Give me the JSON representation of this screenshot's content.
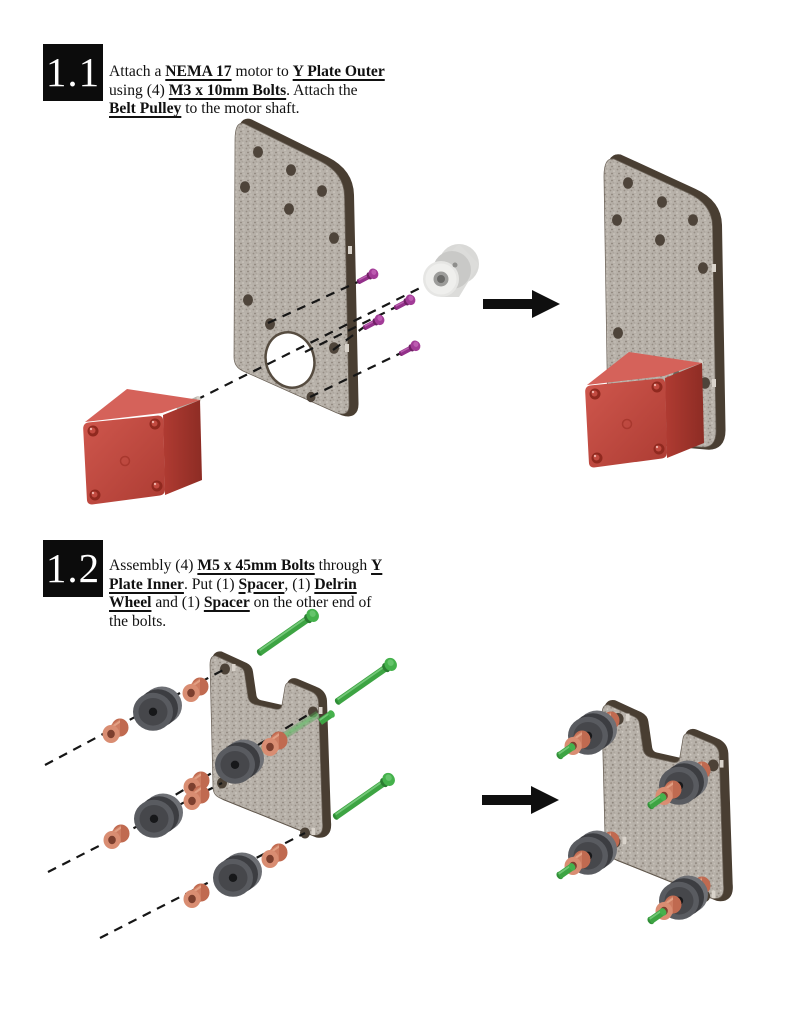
{
  "document": {
    "type": "assembly-instructions",
    "background": "#ffffff"
  },
  "steps": [
    {
      "number": "1.1",
      "segments": [
        {
          "t": "Attach a ",
          "em": false
        },
        {
          "t": "NEMA 17",
          "em": true
        },
        {
          "t": " motor to ",
          "em": false
        },
        {
          "t": "Y Plate Outer",
          "em": true
        },
        {
          "t": " using (4) ",
          "em": false
        },
        {
          "t": "M3 x 10mm Bolts",
          "em": true
        },
        {
          "t": ". Attach the ",
          "em": false
        },
        {
          "t": "Belt Pulley",
          "em": true
        },
        {
          "t": " to the motor shaft.",
          "em": false
        }
      ],
      "figure": {
        "parts": [
          "nema17-motor",
          "y-plate-outer",
          "m3-10mm-bolts-x4",
          "belt-pulley",
          "transition-arrow"
        ],
        "motor_color": "#c4473d",
        "bolt_color": "#a23b97",
        "pulley_color": "#e6e6e4",
        "plate_color": "#b7b1a9",
        "plate_edge_color": "#493e32"
      }
    },
    {
      "number": "1.2",
      "segments": [
        {
          "t": "Assembly (4) ",
          "em": false
        },
        {
          "t": "M5 x 45mm Bolts",
          "em": true
        },
        {
          "t": " through ",
          "em": false
        },
        {
          "t": "Y Plate Inner",
          "em": true
        },
        {
          "t": ". Put (1) ",
          "em": false
        },
        {
          "t": "Spacer",
          "em": true
        },
        {
          "t": ", (1) ",
          "em": false
        },
        {
          "t": "Delrin Wheel",
          "em": true
        },
        {
          "t": " and (1) ",
          "em": false
        },
        {
          "t": "Spacer",
          "em": true
        },
        {
          "t": " on the other end of the bolts.",
          "em": false
        }
      ],
      "figure": {
        "parts": [
          "m5-45mm-bolts-x4",
          "y-plate-inner",
          "spacers-x8",
          "delrin-wheels-x4",
          "transition-arrow"
        ],
        "bolt_color": "#3da443",
        "spacer_color": "#cd7c61",
        "wheel_color": "#46474b",
        "plate_color": "#b7b1a9",
        "plate_edge_color": "#493e32"
      }
    }
  ]
}
